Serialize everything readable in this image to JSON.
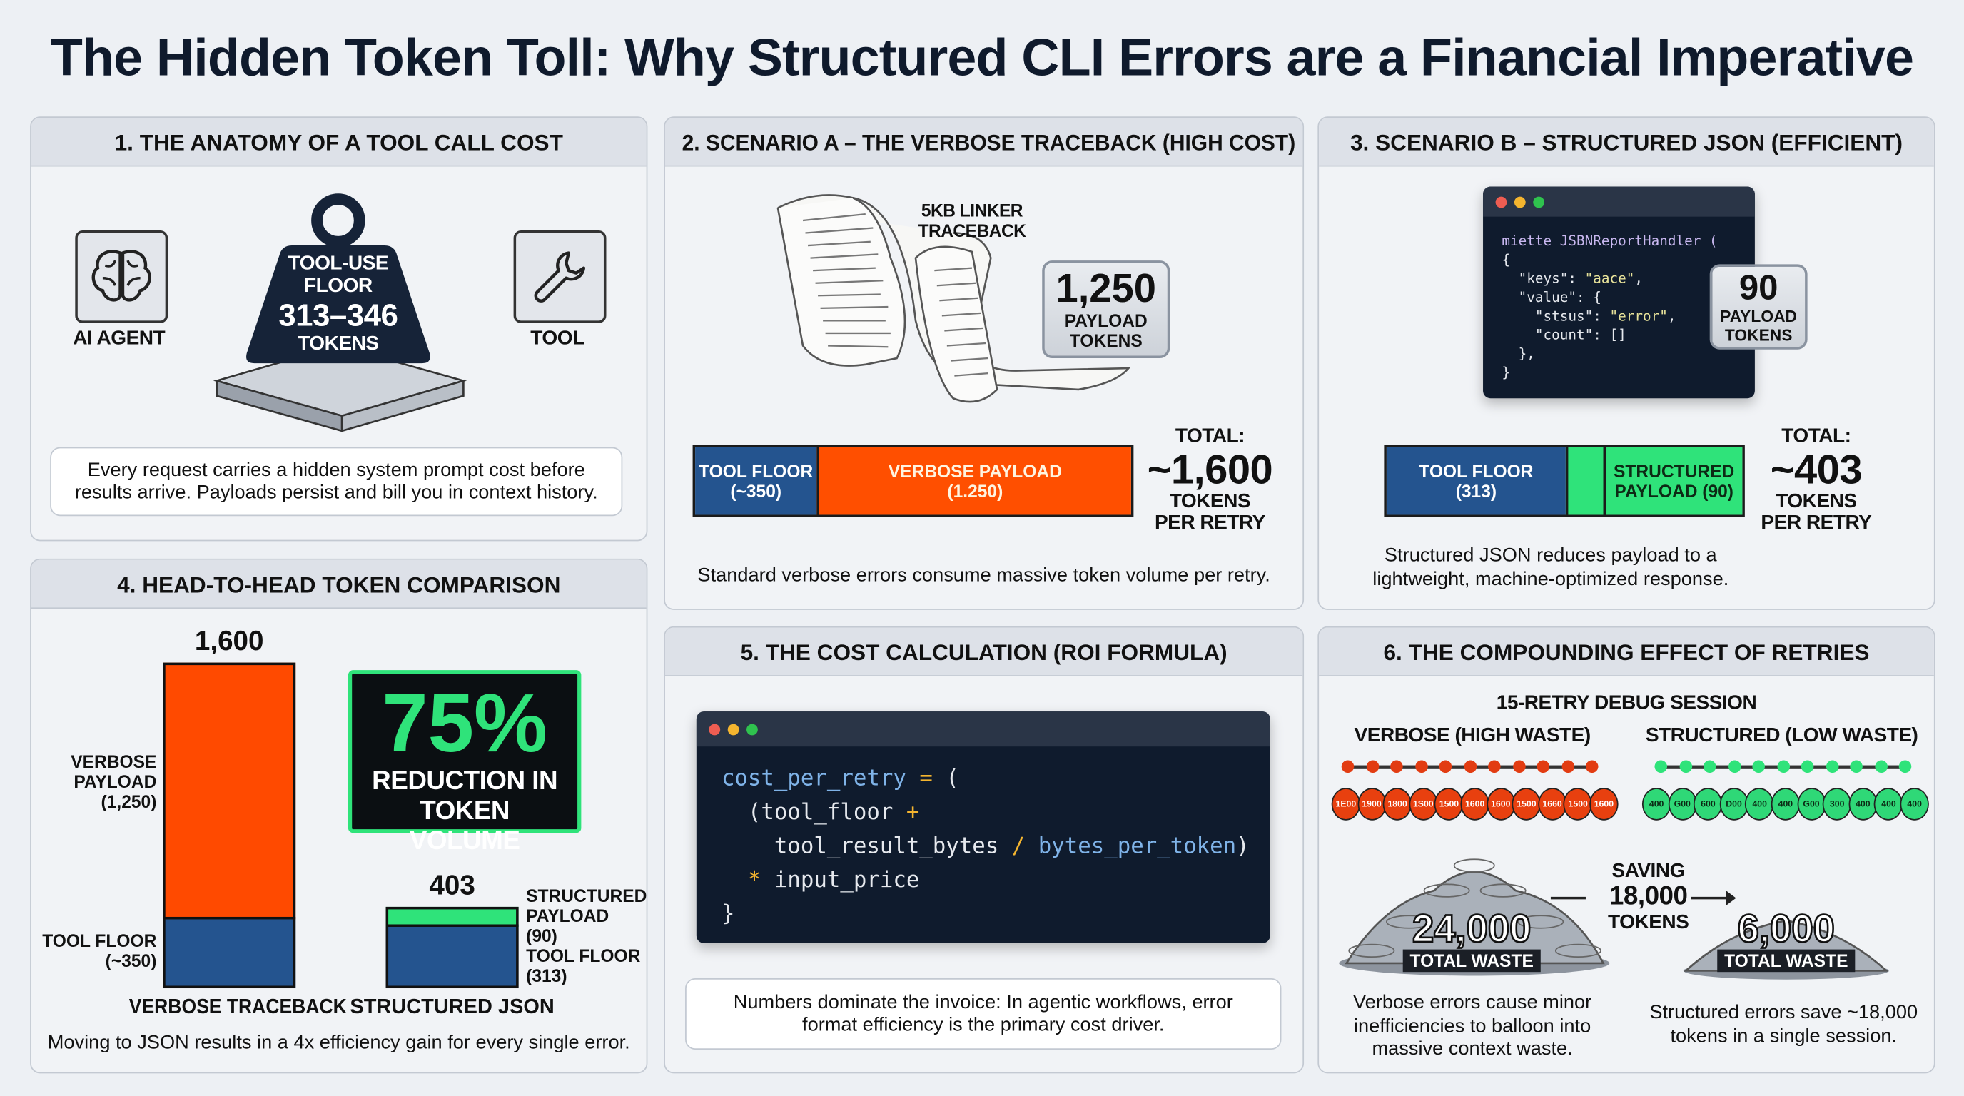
{
  "title": "The Hidden Token Toll: Why Structured CLI Errors are a Financial Imperative",
  "colors": {
    "verbose": "#ff5a0a",
    "floor": "#24548f",
    "structured": "#2fe37a",
    "code_bg": "#0f1b2d"
  },
  "panel1": {
    "heading": "1. THE ANATOMY OF A TOOL CALL COST",
    "agent_label": "AI AGENT",
    "agent_icon": "brain-icon",
    "tool_label": "TOOL",
    "tool_icon": "wrench-icon",
    "weight_line1": "TOOL-USE",
    "weight_line2": "FLOOR",
    "weight_value": "313–346",
    "weight_unit": "TOKENS",
    "caption": "Every request carries a hidden system prompt cost before results arrive. Payloads persist and bill you in context history."
  },
  "panel2": {
    "heading": "2. SCENARIO A – THE VERBOSE TRACEBACK (HIGH COST)",
    "scroll_label": "5KB LINKER TRACEBACK",
    "badge_value": "1,250",
    "badge_unit": "PAYLOAD TOKENS",
    "bar_floor": "TOOL FLOOR",
    "bar_floor_value": "(~350)",
    "bar_payload": "VERBOSE PAYLOAD",
    "bar_payload_value": "(1.250)",
    "total_label": "TOTAL:",
    "total_value": "~1,600",
    "total_unit": "TOKENS PER RETRY",
    "caption": "Standard verbose errors consume massive token volume per retry."
  },
  "panel3": {
    "heading": "3. SCENARIO B – STRUCTURED JSON (EFFICIENT)",
    "code_lines": [
      "miette JSBNReportHandler (",
      "{",
      "  \"keys\": \"aace\",",
      "  \"value\": {",
      "    \"stsus\": \"error\",",
      "    \"count\": []",
      "  },",
      "}"
    ],
    "badge_value": "90",
    "badge_unit": "PAYLOAD TOKENS",
    "bar_floor": "TOOL FLOOR",
    "bar_floor_value": "(313)",
    "bar_payload": "STRUCTURED",
    "bar_payload_value": "PAYLOAD (90)",
    "total_label": "TOTAL:",
    "total_value": "~403",
    "total_unit": "TOKENS PER RETRY",
    "caption": "Structured JSON reduces payload to a lightweight, machine-optimized response."
  },
  "panel4": {
    "heading": "4. HEAD-TO-HEAD TOKEN COMPARISON",
    "highlight_value": "75%",
    "highlight_text": "REDUCTION IN TOKEN VOLUME",
    "caption": "Moving to JSON results in a 4x efficiency gain for every single error."
  },
  "chart_data": {
    "type": "bar",
    "stacked": true,
    "categories": [
      "VERBOSE TRACEBACK",
      "STRUCTURED JSON"
    ],
    "series": [
      {
        "name": "TOOL FLOOR",
        "values": [
          350,
          313
        ],
        "labels": [
          "TOOL FLOOR (~350)",
          "TOOL FLOOR (313)"
        ],
        "color": "#24548f"
      },
      {
        "name": "PAYLOAD",
        "values": [
          1250,
          90
        ],
        "labels": [
          "VERBOSE PAYLOAD (1,250)",
          "STRUCTURED PAYLOAD (90)"
        ],
        "colors": [
          "#ff4a00",
          "#2fe37a"
        ]
      }
    ],
    "totals": [
      "1,600",
      "403"
    ],
    "ylim": [
      0,
      1600
    ],
    "grid": false
  },
  "panel5": {
    "heading": "5. THE COST CALCULATION (ROI FORMULA)",
    "caption": "Numbers dominate the invoice: In agentic workflows, error format efficiency is the primary cost driver."
  },
  "formula": {
    "l1a": "cost_per_retry",
    "l1b": " = ",
    "l1c": "(",
    "l2a": "  (tool_floor ",
    "l2b": "+",
    "l3a": "    tool_result_bytes ",
    "l3b": "/ ",
    "l3c": "bytes_per_token",
    "l3d": ")",
    "l4a": "  * ",
    "l4b": "input_price",
    "l5": "}"
  },
  "panel6": {
    "heading": "6. THE COMPOUNDING EFFECT OF RETRIES",
    "subtitle": "15-RETRY DEBUG SESSION",
    "verbose_label": "VERBOSE (HIGH WASTE)",
    "structured_label": "STRUCTURED (LOW WASTE)",
    "verbose_coins": [
      "1E00",
      "1900",
      "1800",
      "1S00",
      "1500",
      "1600",
      "1600",
      "1500",
      "1660",
      "1500",
      "1600"
    ],
    "structured_coins": [
      "400",
      "G00",
      "600",
      "D00",
      "400",
      "400",
      "G00",
      "300",
      "400",
      "400",
      "400"
    ],
    "verbose_total": "24,000",
    "verbose_total_label": "TOTAL WASTE",
    "saving_label": "SAVING",
    "saving_value": "18,000",
    "saving_unit": "TOKENS",
    "structured_total": "6,000",
    "structured_total_label": "TOTAL WASTE",
    "verbose_caption": "Verbose errors cause minor inefficiencies to balloon into massive context waste.",
    "structured_caption": "Structured errors save ~18,000 tokens in a single session."
  }
}
